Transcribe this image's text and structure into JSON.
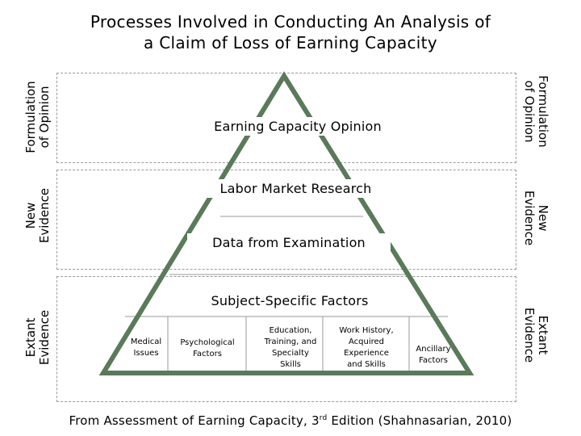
{
  "title": {
    "line1": "Processes Involved in Conducting An Analysis of",
    "line2": "a Claim of Loss of Earning Capacity"
  },
  "side_labels": {
    "top": {
      "line1": "Formulation",
      "line2": "of Opinion"
    },
    "middle": {
      "line1": "New",
      "line2": "Evidence"
    },
    "bottom": {
      "line1": "Extant",
      "line2": "Evidence"
    }
  },
  "pyramid": {
    "opinion": "Earning Capacity Opinion",
    "labor": "Labor Market Research",
    "exam": "Data from Examination",
    "subject": "Subject-Specific Factors",
    "factors": [
      {
        "line1": "Medical",
        "line2": "Issues"
      },
      {
        "line1": "Psychological",
        "line2": "Factors"
      },
      {
        "line1": "Education,",
        "line2": "Training, and",
        "line3": "Specialty",
        "line4": "Skills"
      },
      {
        "line1": "Work History,",
        "line2": "Acquired",
        "line3": "Experience",
        "line4": "and Skills"
      },
      {
        "line1": "Ancillary",
        "line2": "Factors"
      }
    ]
  },
  "footer": {
    "prefix": "From Assessment of Earning Capacity, 3",
    "sup": "rd",
    "suffix": " Edition (Shahnasarian, 2010)"
  },
  "colors": {
    "triangle": "#5a7a5a",
    "divider": "#9a9a9a"
  }
}
